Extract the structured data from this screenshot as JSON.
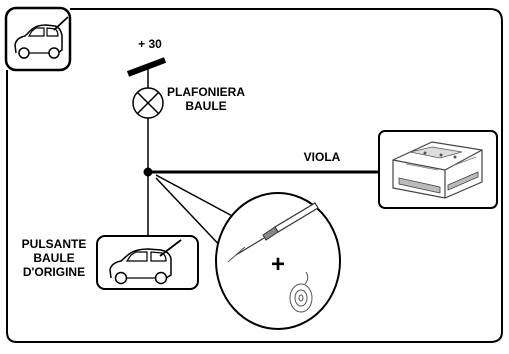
{
  "diagram": {
    "supply_label": "+ 30",
    "lamp_label_line1": "PLAFONIERA",
    "lamp_label_line2": "BAULE",
    "wire_label": "VIOLA",
    "button_label_line1": "PULSANTE",
    "button_label_line2": "BAULE",
    "button_label_line3": "D'ORIGINE",
    "detail_symbol": "+"
  },
  "icons": {
    "corner_badge": "car-with-antenna-icon",
    "lamp": "lamp-symbol-icon",
    "control_unit": "alarm-control-unit-icon",
    "soldering": "soldering-iron-icon",
    "solder_wire": "solder-wire-reel-icon",
    "original_button": "car-with-antenna-icon"
  },
  "colors": {
    "line": "#000000",
    "background": "#ffffff"
  }
}
